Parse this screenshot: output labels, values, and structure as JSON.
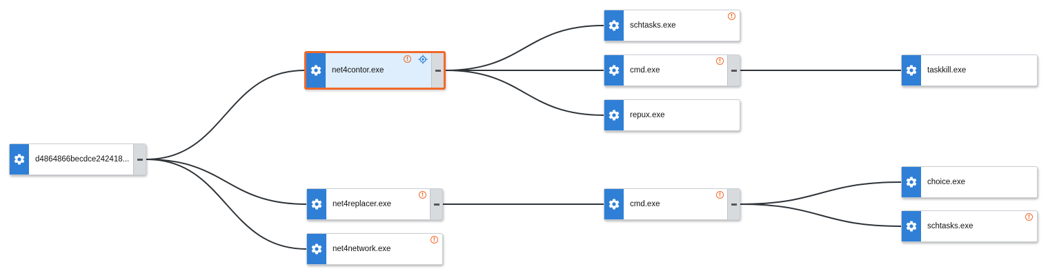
{
  "colors": {
    "edge": "#2e3338",
    "gear_bg": "#2f7fd6",
    "alert": "#f06a2a",
    "selected_border": "#f0682a",
    "selected_bg": "#deeefc"
  },
  "nodes": [
    {
      "id": "root",
      "label": "d4864866becdce242418...",
      "icon": "gear-icon",
      "collapsible": true,
      "alert": false,
      "selected": false
    },
    {
      "id": "n1",
      "label": "net4contor.exe",
      "icon": "gear-icon",
      "collapsible": true,
      "alert": true,
      "locate": true,
      "selected": true
    },
    {
      "id": "n2",
      "label": "net4replacer.exe",
      "icon": "gear-icon",
      "collapsible": true,
      "alert": true,
      "selected": false
    },
    {
      "id": "n3",
      "label": "net4network.exe",
      "icon": "gear-icon",
      "collapsible": false,
      "alert": true,
      "selected": false
    },
    {
      "id": "n4",
      "label": "schtasks.exe",
      "icon": "gear-icon",
      "collapsible": false,
      "alert": true,
      "selected": false
    },
    {
      "id": "n5",
      "label": "cmd.exe",
      "icon": "gear-icon",
      "collapsible": true,
      "alert": true,
      "selected": false
    },
    {
      "id": "n6",
      "label": "repux.exe",
      "icon": "gear-icon",
      "collapsible": false,
      "alert": false,
      "selected": false
    },
    {
      "id": "n7",
      "label": "cmd.exe",
      "icon": "gear-icon",
      "collapsible": true,
      "alert": true,
      "selected": false
    },
    {
      "id": "n8",
      "label": "taskkill.exe",
      "icon": "gear-icon",
      "collapsible": false,
      "alert": false,
      "selected": false
    },
    {
      "id": "n9",
      "label": "choice.exe",
      "icon": "gear-icon",
      "collapsible": false,
      "alert": false,
      "selected": false
    },
    {
      "id": "n10",
      "label": "schtasks.exe",
      "icon": "gear-icon",
      "collapsible": false,
      "alert": true,
      "selected": false
    }
  ],
  "edges": [
    [
      "root",
      "n1"
    ],
    [
      "root",
      "n2"
    ],
    [
      "root",
      "n3"
    ],
    [
      "n1",
      "n4"
    ],
    [
      "n1",
      "n5"
    ],
    [
      "n1",
      "n6"
    ],
    [
      "n5",
      "n8"
    ],
    [
      "n2",
      "n7"
    ],
    [
      "n7",
      "n9"
    ],
    [
      "n7",
      "n10"
    ]
  ]
}
